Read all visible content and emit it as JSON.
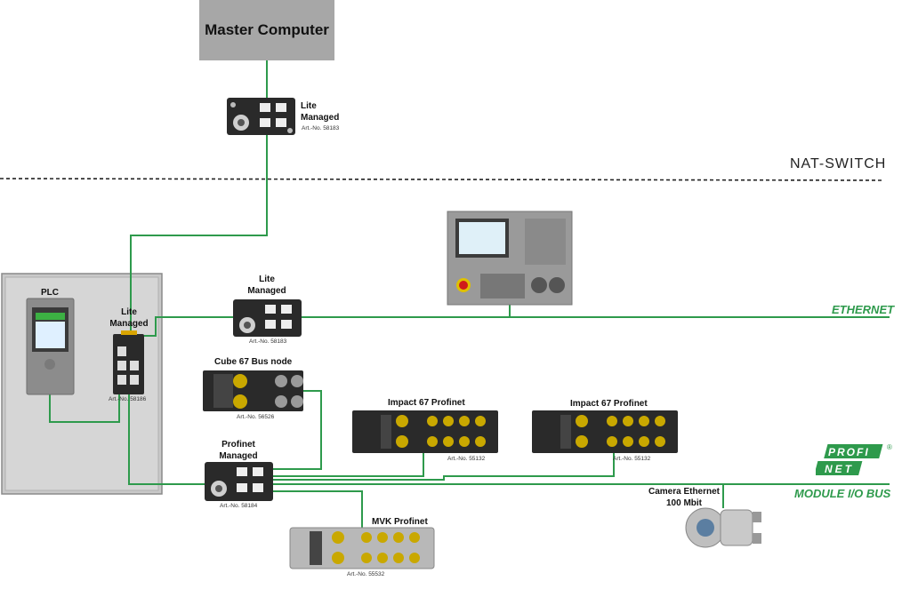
{
  "master_computer": "Master Computer",
  "nat_switch": "NAT-SWITCH",
  "bus_labels": {
    "ethernet": "ETHERNET",
    "module_io_bus": "MODULE I/O BUS"
  },
  "profinet_logo": {
    "top": "PROFI",
    "bottom": "NET",
    "mark": "®"
  },
  "devices": {
    "lite_top": {
      "line1": "Lite",
      "line2": "Managed",
      "art": "Art.-No. 58183"
    },
    "lite_mid": {
      "line1": "Lite",
      "line2": "Managed",
      "art": "Art.-No. 58183"
    },
    "plc": {
      "label": "PLC"
    },
    "lite_cabinet": {
      "line1": "Lite",
      "line2": "Managed",
      "art": "Art.-No. 58186"
    },
    "cube67": {
      "label": "Cube 67 Bus node",
      "art": "Art.-No. 56526"
    },
    "profinet_managed": {
      "line1": "Profinet",
      "line2": "Managed",
      "art": "Art.-No. 58184"
    },
    "impact_left": {
      "label": "Impact 67 Profinet",
      "art": "Art.-No. 55132"
    },
    "impact_right": {
      "label": "Impact 67 Profinet",
      "art": "Art.-No. 55132"
    },
    "mvk": {
      "label": "MVK Profinet",
      "art": "Art.-No. 55532"
    },
    "camera": {
      "line1": "Camera Ethernet",
      "line2": "100 Mbit"
    }
  },
  "colors": {
    "link": "#2e9a4c",
    "device": "#2a2a2a",
    "cabinet": "#c9c9c9",
    "master": "#a7a7a7",
    "cnc": "#9a9a9a",
    "led": "#3cb043"
  }
}
